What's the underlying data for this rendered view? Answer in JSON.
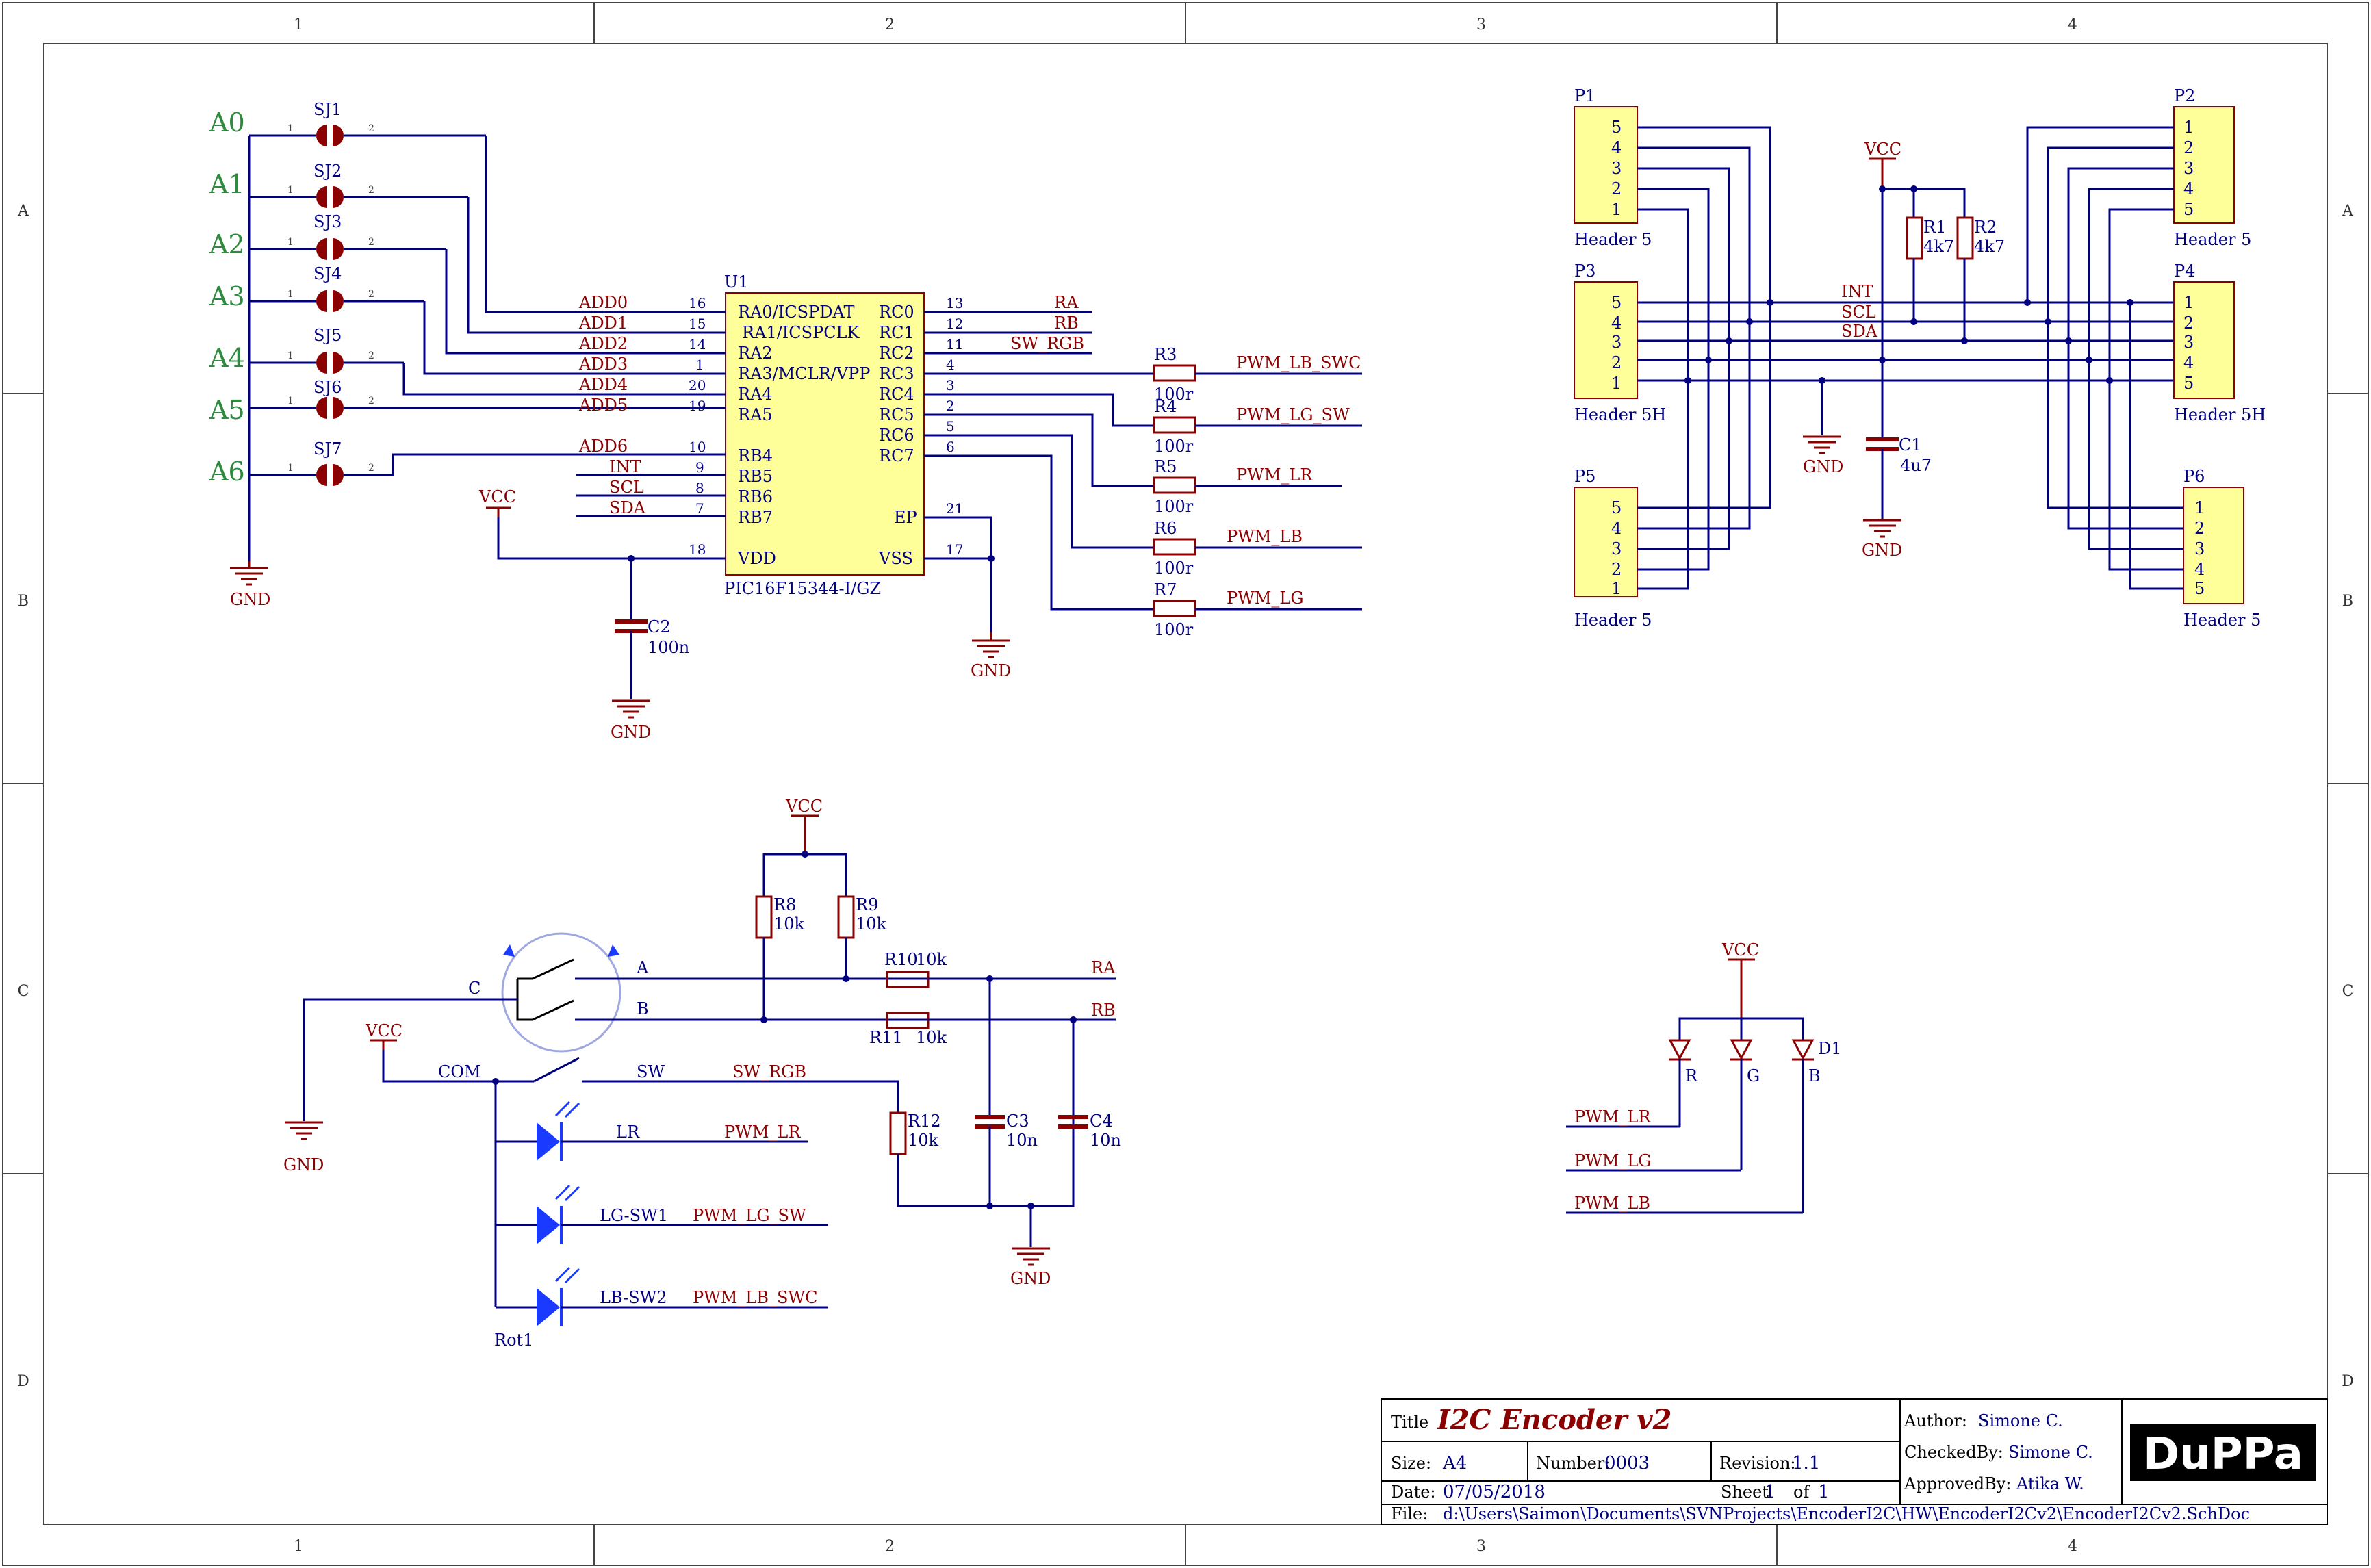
{
  "grid": {
    "cols": [
      "1",
      "2",
      "3",
      "4"
    ],
    "rows": [
      "A",
      "B",
      "C",
      "D"
    ]
  },
  "address": {
    "labels": [
      "A0",
      "A1",
      "A2",
      "A3",
      "A4",
      "A5",
      "A6"
    ],
    "jumpers": [
      "SJ1",
      "SJ2",
      "SJ3",
      "SJ4",
      "SJ5",
      "SJ6",
      "SJ7"
    ],
    "pin1": "1",
    "pin2": "2",
    "gnd": "GND"
  },
  "mcu": {
    "ref": "U1",
    "part": "PIC16F15344-I/GZ",
    "left_pins": [
      {
        "net": "ADD0",
        "num": "16",
        "name": "RA0/ICSPDAT"
      },
      {
        "net": "ADD1",
        "num": "15",
        "name": "RA1/ICSPCLK"
      },
      {
        "net": "ADD2",
        "num": "14",
        "name": "RA2"
      },
      {
        "net": "ADD3",
        "num": "1",
        "name": "RA3/MCLR/VPP"
      },
      {
        "net": "ADD4",
        "num": "20",
        "name": "RA4"
      },
      {
        "net": "ADD5",
        "num": "19",
        "name": "RA5"
      },
      {
        "net": "ADD6",
        "num": "10",
        "name": "RB4"
      },
      {
        "net": "INT",
        "num": "9",
        "name": "RB5"
      },
      {
        "net": "SCL",
        "num": "8",
        "name": "RB6"
      },
      {
        "net": "SDA",
        "num": "7",
        "name": "RB7"
      },
      {
        "net": "",
        "num": "18",
        "name": "VDD"
      }
    ],
    "right_pins": [
      {
        "num": "13",
        "name": "RC0",
        "net": "RA"
      },
      {
        "num": "12",
        "name": "RC1",
        "net": "RB"
      },
      {
        "num": "11",
        "name": "RC2",
        "net": "SW_RGB"
      },
      {
        "num": "4",
        "name": "RC3",
        "net": ""
      },
      {
        "num": "3",
        "name": "RC4",
        "net": ""
      },
      {
        "num": "2",
        "name": "RC5",
        "net": ""
      },
      {
        "num": "5",
        "name": "RC6",
        "net": ""
      },
      {
        "num": "6",
        "name": "RC7",
        "net": ""
      },
      {
        "num": "21",
        "name": "EP",
        "net": ""
      },
      {
        "num": "17",
        "name": "VSS",
        "net": ""
      }
    ],
    "vcc": "VCC",
    "gnd": "GND",
    "c2_ref": "C2",
    "c2_val": "100n",
    "gnd2": "GND"
  },
  "pwm_resistors": [
    {
      "ref": "R3",
      "val": "100r",
      "net": "PWM_LB_SWC"
    },
    {
      "ref": "R4",
      "val": "100r",
      "net": "PWM_LG_SW"
    },
    {
      "ref": "R5",
      "val": "100r",
      "net": "PWM_LR"
    },
    {
      "ref": "R6",
      "val": "100r",
      "net": "PWM_LB"
    },
    {
      "ref": "R7",
      "val": "100r",
      "net": "PWM_LG"
    }
  ],
  "headers": {
    "p1": {
      "ref": "P1",
      "name": "Header 5",
      "pins": [
        "5",
        "4",
        "3",
        "2",
        "1"
      ]
    },
    "p3": {
      "ref": "P3",
      "name": "Header 5H",
      "pins": [
        "5",
        "4",
        "3",
        "2",
        "1"
      ]
    },
    "p5": {
      "ref": "P5",
      "name": "Header 5",
      "pins": [
        "5",
        "4",
        "3",
        "2",
        "1"
      ]
    },
    "p2": {
      "ref": "P2",
      "name": "Header 5",
      "pins": [
        "1",
        "2",
        "3",
        "4",
        "5"
      ]
    },
    "p4": {
      "ref": "P4",
      "name": "Header 5H",
      "pins": [
        "1",
        "2",
        "3",
        "4",
        "5"
      ]
    },
    "p6": {
      "ref": "P6",
      "name": "Header 5",
      "pins": [
        "1",
        "2",
        "3",
        "4",
        "5"
      ]
    },
    "nets": [
      "INT",
      "SCL",
      "SDA"
    ],
    "vcc": "VCC",
    "r1_ref": "R1",
    "r1_val": "4k7",
    "r2_ref": "R2",
    "r2_val": "4k7",
    "c1_ref": "C1",
    "c1_val": "4u7",
    "gnd_a": "GND",
    "gnd_b": "GND"
  },
  "encoder": {
    "vcc_top": "VCC",
    "r8_ref": "R8",
    "r8_val": "10k",
    "r9_ref": "R9",
    "r9_val": "10k",
    "r10": "R10",
    "r10_val": "10k",
    "r11_ref": "R11",
    "r11_val": "10k",
    "pin_a": "A",
    "pin_b": "B",
    "pin_c": "C",
    "net_ra": "RA",
    "net_rb": "RB",
    "gnd_c": "GND",
    "vcc_com": "VCC",
    "com": "COM",
    "sw": "SW",
    "net_sw": "SW_RGB",
    "r12_ref": "R12",
    "r12_val": "10k",
    "c3_ref": "C3",
    "c3_val": "10n",
    "c4_ref": "C4",
    "c4_val": "10n",
    "gnd_bottom": "GND",
    "leds": [
      {
        "pin": "LR",
        "net": "PWM_LR"
      },
      {
        "pin": "LG-SW1",
        "net": "PWM_LG_SW"
      },
      {
        "pin": "LB-SW2",
        "net": "PWM_LB_SWC"
      }
    ],
    "ref": "Rot1"
  },
  "rgb": {
    "vcc": "VCC",
    "ref": "D1",
    "channels": [
      "R",
      "G",
      "B"
    ],
    "nets": [
      "PWM_LR",
      "PWM_LG",
      "PWM_LB"
    ]
  },
  "title_block": {
    "title_label": "Title",
    "title": "I2C Encoder v2",
    "size_label": "Size:",
    "size": "A4",
    "number_label": "Number:",
    "number": "0003",
    "revision_label": "Revision:",
    "revision": "1.1",
    "date_label": "Date:",
    "date": "07/05/2018",
    "sheet_label": "Sheet",
    "sheet": "1",
    "of_label": "of",
    "of": "1",
    "file_label": "File:",
    "file": "d:\\Users\\Saimon\\Documents\\SVNProjects\\EncoderI2C\\HW\\EncoderI2Cv2\\EncoderI2Cv2.SchDoc",
    "author_label": "Author:",
    "author": "Simone C.",
    "checked_label": "CheckedBy:",
    "checked": "Simone C.",
    "approved_label": "ApprovedBy:",
    "approved": "Atika W.",
    "logo": "DuPPa"
  }
}
